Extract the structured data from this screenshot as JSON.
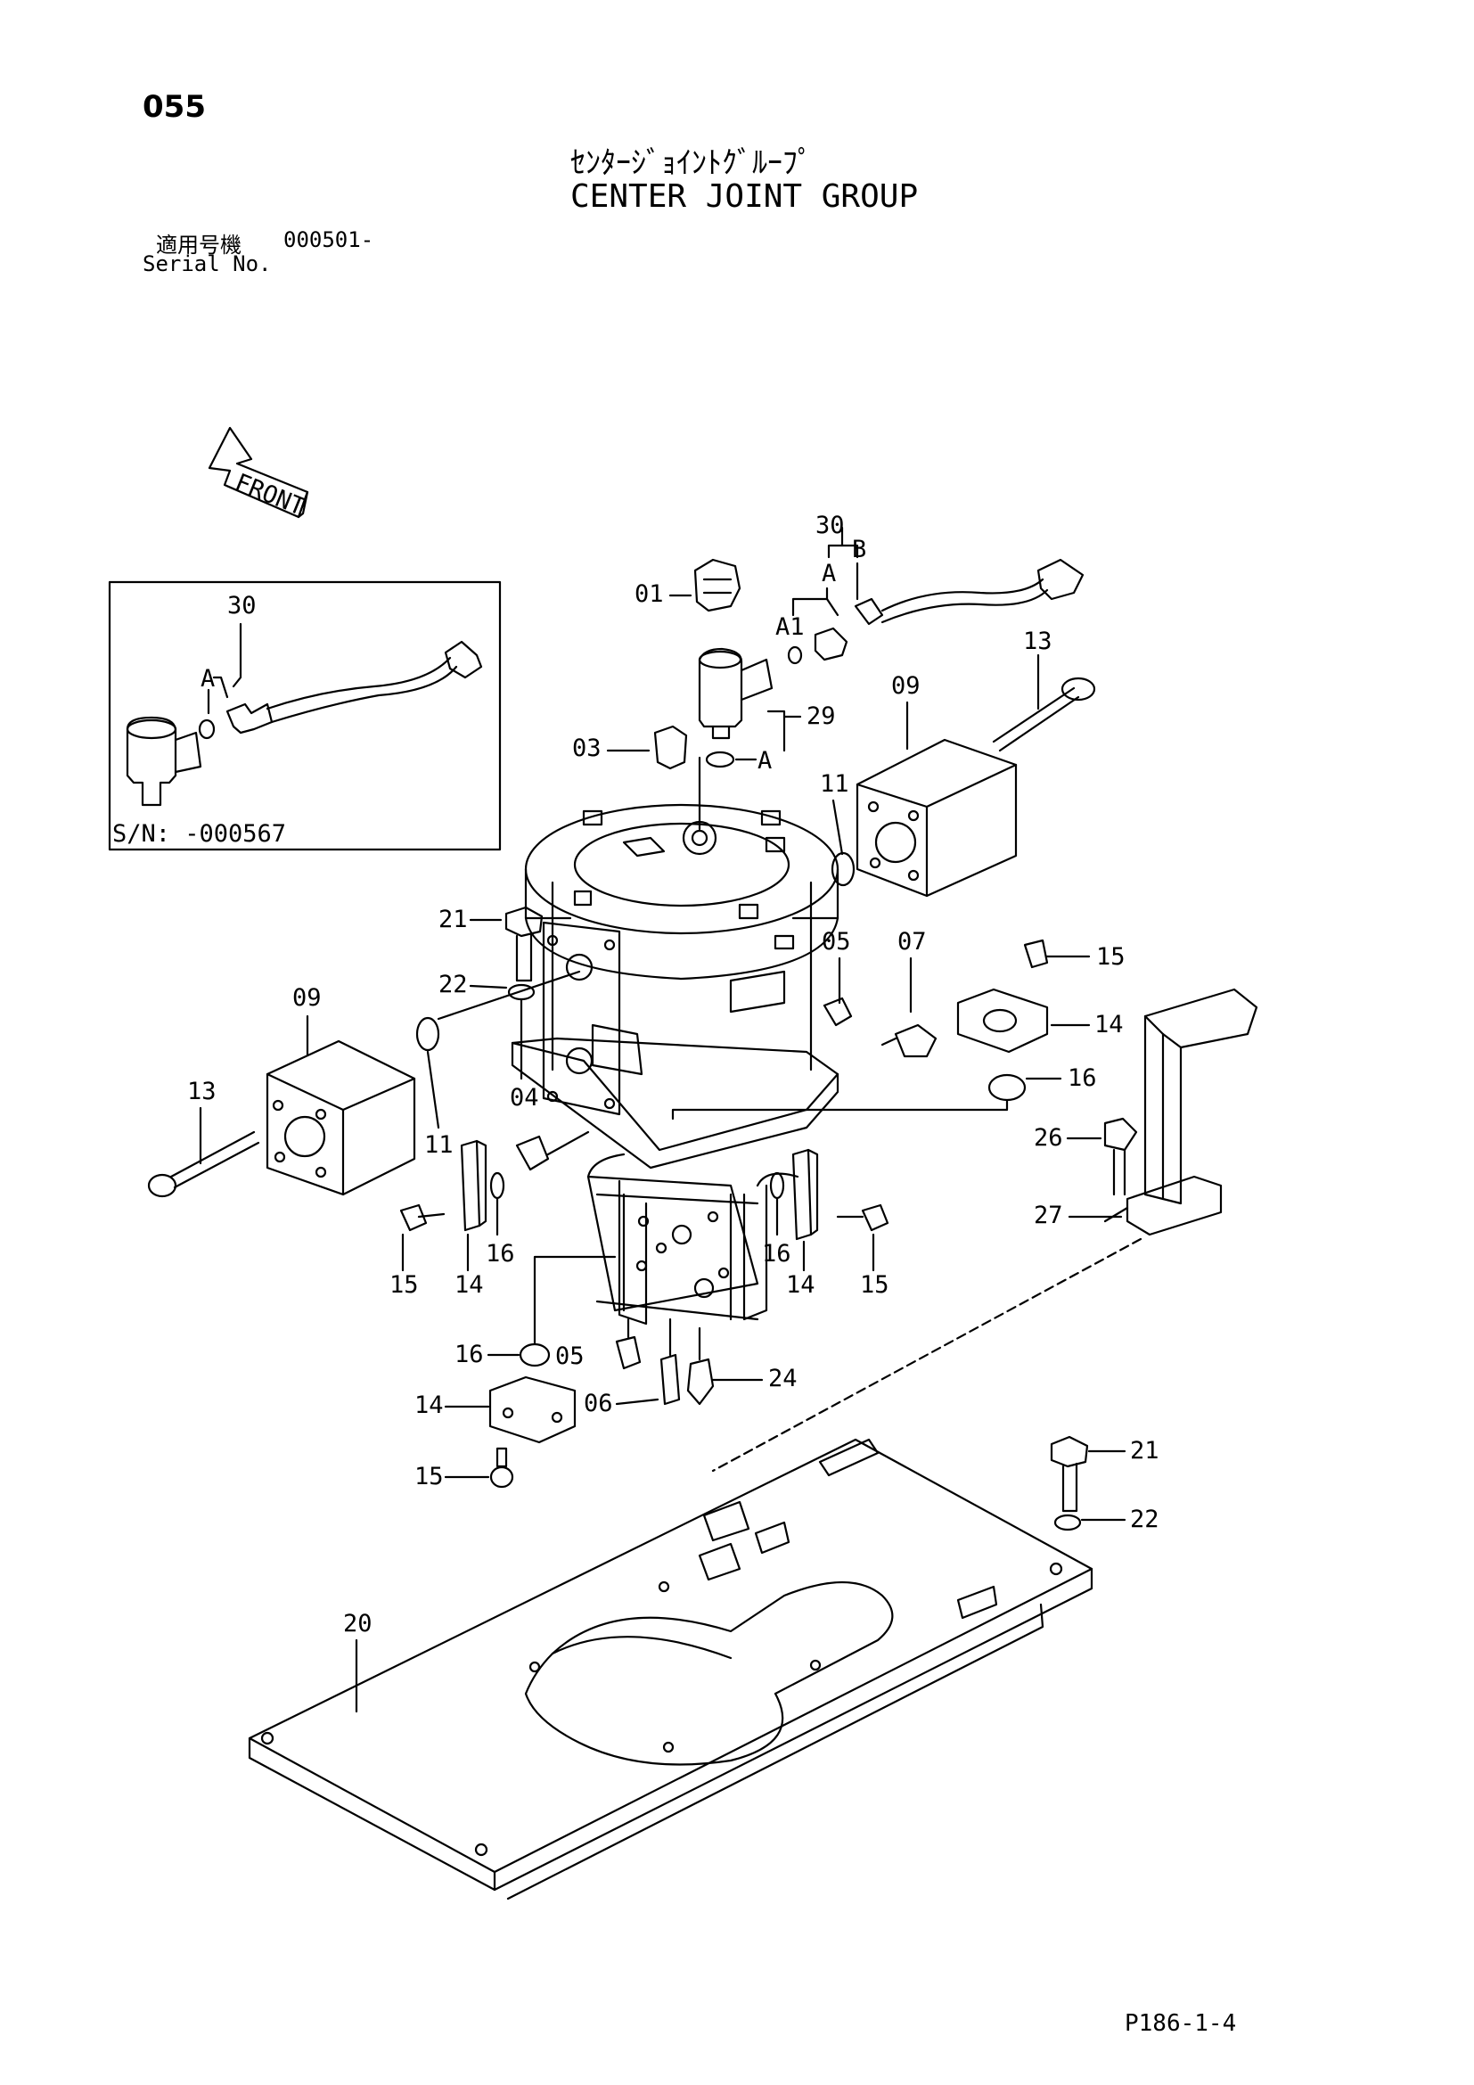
{
  "header": {
    "page_number": "055",
    "title_jp": "ｾﾝﾀｰｼﾞｮｲﾝﾄｸﾞﾙｰﾌﾟ",
    "title_en": "CENTER JOINT GROUP",
    "serial_label_jp": "適用号機",
    "serial_value": "000501-",
    "serial_label_en": "Serial No."
  },
  "footer": {
    "doc_code": "P186-1-4"
  },
  "diagram": {
    "front_label": "FRONT",
    "inset_serial": "S/N: -000567",
    "inset_callouts": [
      "30",
      "A"
    ],
    "callouts": [
      "01",
      "03",
      "04",
      "05",
      "05",
      "06",
      "07",
      "09",
      "09",
      "11",
      "11",
      "13",
      "13",
      "14",
      "14",
      "14",
      "14",
      "15",
      "15",
      "15",
      "15",
      "16",
      "16",
      "16",
      "16",
      "20",
      "21",
      "21",
      "22",
      "22",
      "24",
      "26",
      "27",
      "29",
      "30",
      "A",
      "B",
      "A1",
      "A"
    ]
  }
}
